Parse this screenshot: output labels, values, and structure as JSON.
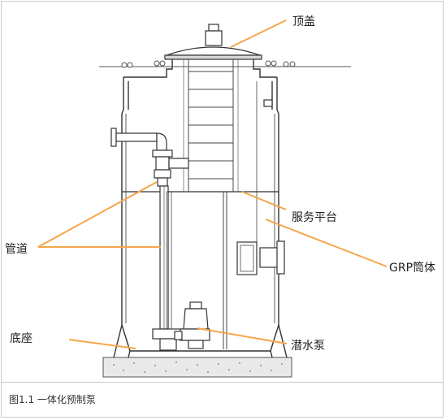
{
  "labels": {
    "top_cover": "顶盖",
    "service_platform": "服务平台",
    "pipe": "管道",
    "grp_body": "GRP筒体",
    "base": "底座",
    "submersible_pump": "潜水泵"
  },
  "caption": "图1.1 一体化预制泵",
  "colors": {
    "leader": "#f5a54a",
    "line": "#333333"
  }
}
